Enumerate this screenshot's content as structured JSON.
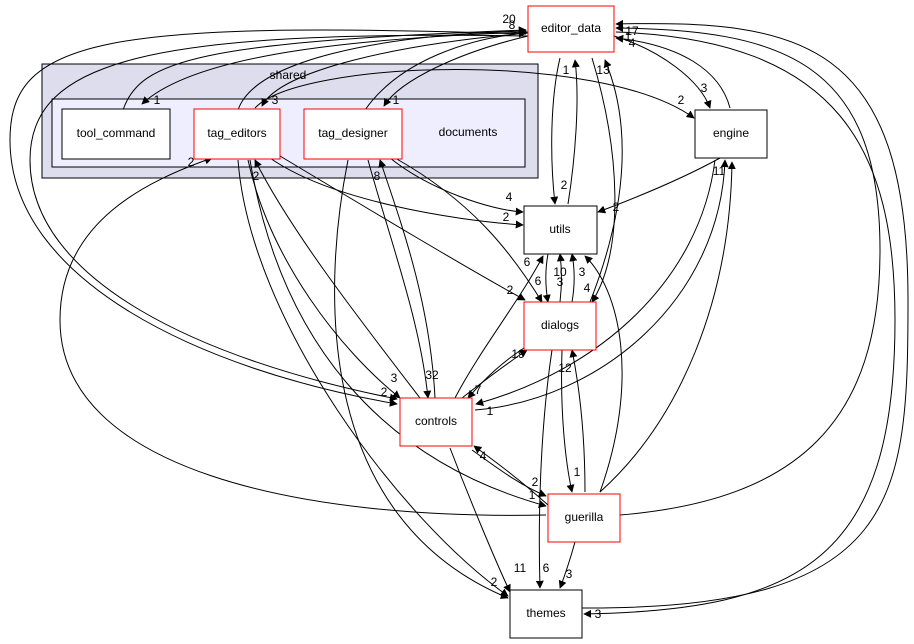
{
  "graph": {
    "clusters": {
      "outer": "shared",
      "inner": "documents"
    },
    "nodes": {
      "editor_data": "editor_data",
      "tool_command": "tool_command",
      "tag_editors": "tag_editors",
      "tag_designer": "tag_designer",
      "engine": "engine",
      "utils": "utils",
      "dialogs": "dialogs",
      "controls": "controls",
      "guerilla": "guerilla",
      "themes": "themes"
    },
    "edge_labels": {
      "l20": "20",
      "l8": "8",
      "l17": "17",
      "l1a": "1",
      "l4a": "4",
      "l1_toolcmd": "1",
      "l3_tageditors": "3",
      "l1_tagdesigner": "1",
      "l1_utils_ed": "1",
      "l13": "13",
      "l2_engine": "2",
      "l3_engine": "3",
      "l2_tagedit_low": "2",
      "l2_tagedit_low2": "2",
      "l8_tagdes": "8",
      "l2_utils_top": "2",
      "l4_utils": "4",
      "l2_utils_left": "2",
      "l2_utils_engine": "2",
      "l6_utils": "6",
      "l10": "10",
      "l3_utils": "3",
      "l6_dialogs": "6",
      "l2_dialogs": "2",
      "l3_dialogs": "3",
      "l4_dialogs": "4",
      "l11_engine": "11",
      "l19": "19",
      "l7": "7",
      "l12": "12",
      "l2_controls": "2",
      "l3_controls": "3",
      "l32": "32",
      "l1_controls": "1",
      "l4_controls": "4",
      "l1_guerilla_a": "1",
      "l1_guerilla_b": "1",
      "l2_guerilla": "2",
      "l2_themes": "2",
      "l11_themes": "11",
      "l6_themes": "6",
      "l3_themes": "3",
      "l3_themes_r": "3"
    }
  }
}
